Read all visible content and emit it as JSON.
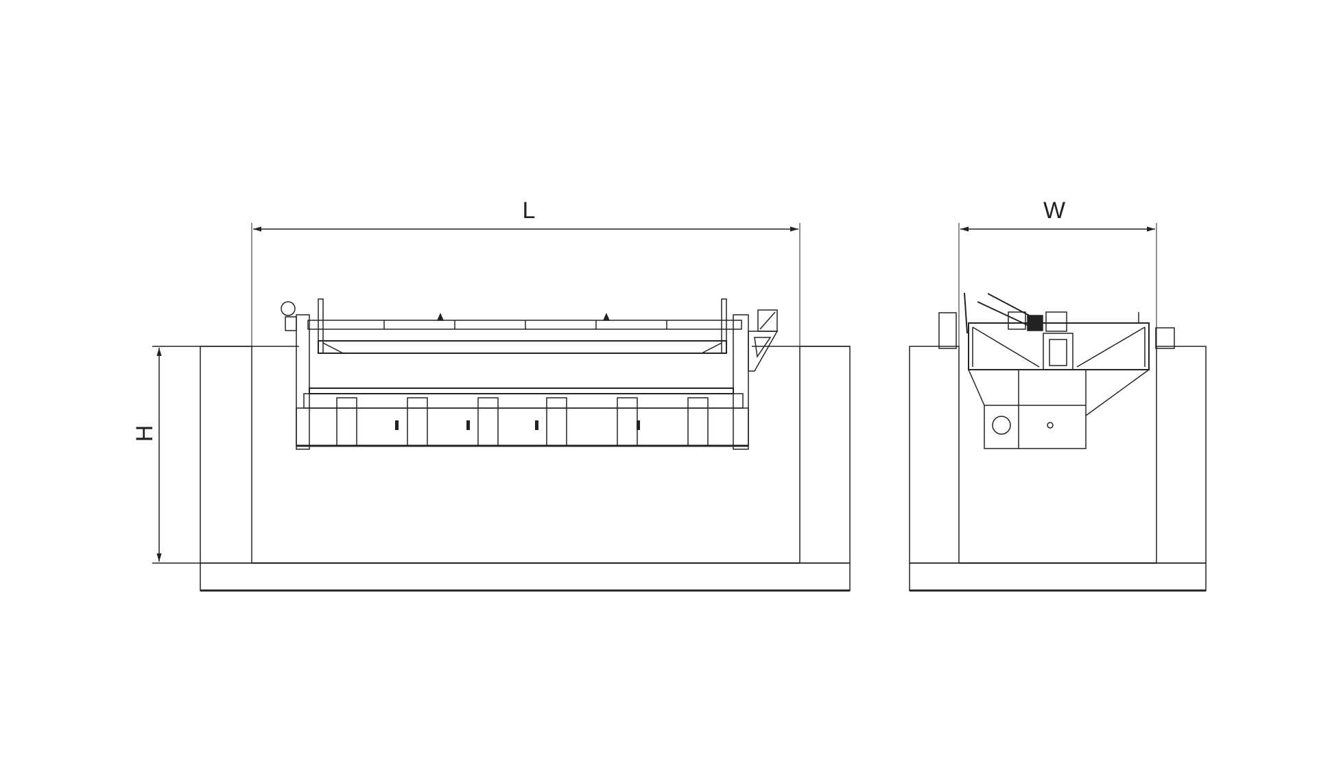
{
  "drawing": {
    "dimensions": {
      "length_label": "L",
      "width_label": "W",
      "height_label": "H"
    },
    "colors": {
      "line": "#222222",
      "background": "#ffffff"
    }
  }
}
